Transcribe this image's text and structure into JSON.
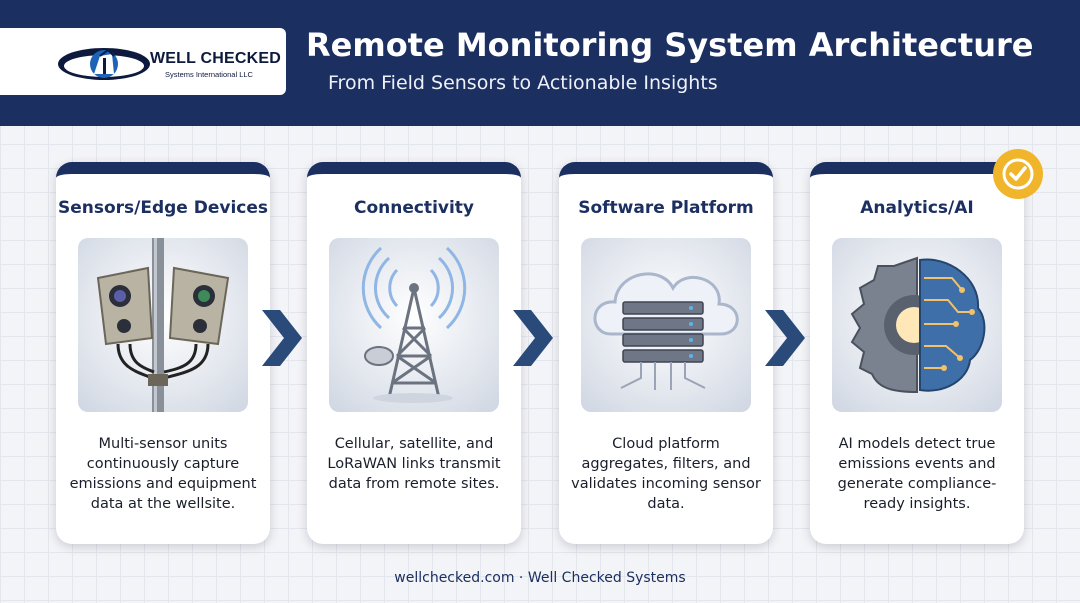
{
  "header": {
    "logo_name": "WELL CHECKED",
    "logo_sub": "Systems International LLC",
    "title": "Remote Monitoring System Architecture",
    "subtitle": "From Field Sensors to Actionable Insights"
  },
  "stages": [
    {
      "title": "Sensors/Edge Devices",
      "description": "Multi-sensor units continuously capture emissions and equipment data at the wellsite.",
      "icon": "camera-sensor-icon"
    },
    {
      "title": "Connectivity",
      "description": "Cellular, satellite, and LoRaWAN links transmit data from remote sites.",
      "icon": "cell-tower-icon"
    },
    {
      "title": "Software Platform",
      "description": "Cloud platform aggregates, filters, and validates incoming sensor data.",
      "icon": "cloud-server-icon"
    },
    {
      "title": "Analytics/AI",
      "description": "AI models detect true emissions events and generate compliance-ready insights.",
      "icon": "gear-brain-icon"
    }
  ],
  "footer": "wellchecked.com · Well Checked Systems",
  "colors": {
    "navy": "#1c2f61",
    "arrow": "#2a4a7a",
    "badge": "#f0b52a"
  }
}
